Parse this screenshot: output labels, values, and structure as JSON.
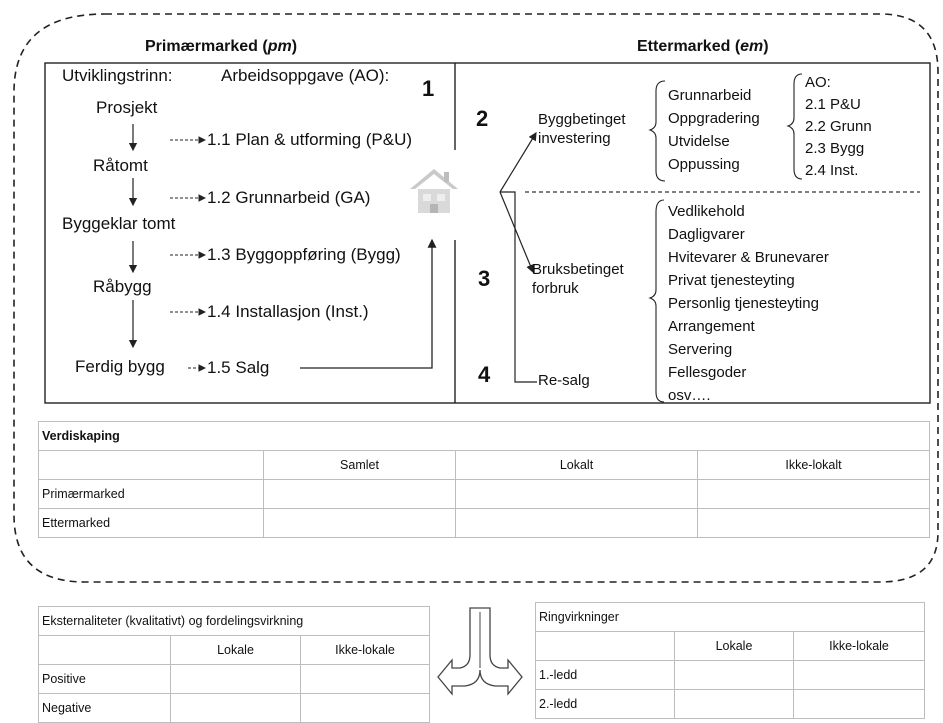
{
  "diagram": {
    "primary_heading": "Primærmarked",
    "primary_heading_abbr": "pm",
    "after_heading": "Ettermarked",
    "after_heading_abbr": "em",
    "stages_label": "Utviklingstrinn:",
    "tasks_label": "Arbeidsoppgave (AO):",
    "stages": [
      "Prosjekt",
      "Råtomt",
      "Byggeklar tomt",
      "Råbygg",
      "Ferdig bygg"
    ],
    "tasks": [
      "1.1 Plan & utforming (P&U)",
      "1.2 Grunnarbeid (GA)",
      "1.3 Byggoppføring (Bygg)",
      "1.4 Installasjon (Inst.)",
      "1.5 Salg"
    ],
    "numbers": [
      "1",
      "2",
      "3",
      "4"
    ],
    "investment": {
      "label_line1": "Byggbetinget",
      "label_line2": "investering",
      "items": [
        "Grunnarbeid",
        "Oppgradering",
        "Utvidelse",
        "Oppussing"
      ],
      "ao_title": "AO:",
      "ao_items": [
        "2.1 P&U",
        "2.2 Grunn",
        "2.3 Bygg",
        "2.4 Inst."
      ]
    },
    "consumption": {
      "label_line1": "Bruksbetinget",
      "label_line2": "forbruk",
      "items": [
        "Vedlikehold",
        "Dagligvarer",
        "Hvitevarer & Brunevarer",
        "Privat tjenesteyting",
        "Personlig tjenesteyting",
        "Arrangement",
        "Servering",
        "Fellesgoder",
        "osv…."
      ]
    },
    "resale_label": "Re-salg"
  },
  "value_table": {
    "title": "Verdiskaping",
    "columns": [
      "Samlet",
      "Lokalt",
      "Ikke-lokalt"
    ],
    "rows": [
      "Primærmarked",
      "Ettermarked"
    ]
  },
  "externalities_table": {
    "title": "Eksternaliteter (kvalitativt) og fordelingsvirkning",
    "columns": [
      "Lokale",
      "Ikke-lokale"
    ],
    "rows": [
      "Positive",
      "Negative"
    ]
  },
  "ripple_table": {
    "title": "Ringvirkninger",
    "columns": [
      "Lokale",
      "Ikke-lokale"
    ],
    "rows": [
      "1.-ledd",
      "2.-ledd"
    ]
  },
  "icons": {
    "center": "house-icon",
    "split": "split-arrow-icon"
  },
  "colors": {
    "lines": "#222222",
    "table_border": "#bdbdbd",
    "house": "#c9c9c9"
  }
}
